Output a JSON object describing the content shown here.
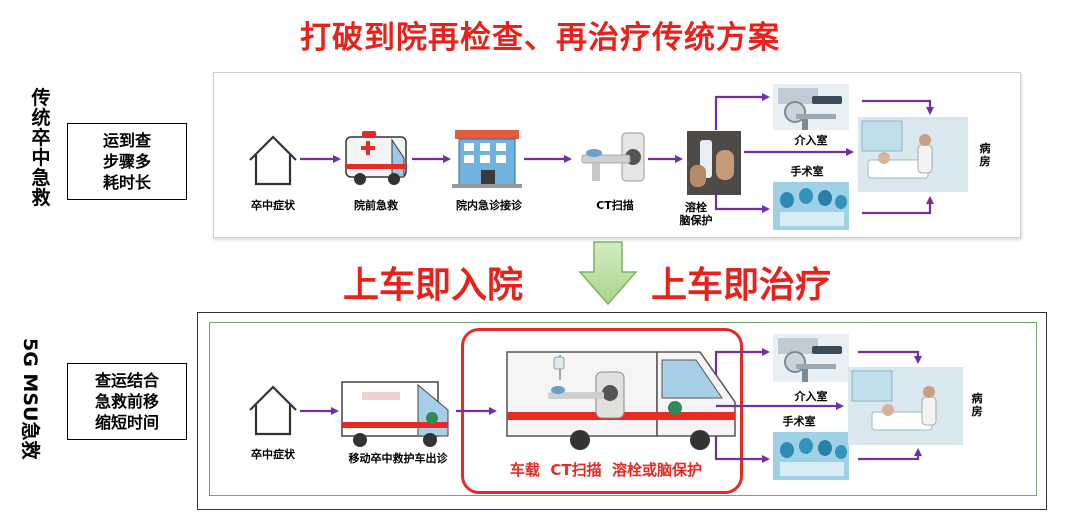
{
  "title": "打破到院再检查、再治疗传统方案",
  "slogan_left": "上车即入院",
  "slogan_right": "上车即治疗",
  "traditional": {
    "side_label": "传统卒中急救",
    "summary": [
      "运到查",
      "步骤多",
      "耗时长"
    ],
    "steps": [
      "卒中症状",
      "院前急救",
      "院内急诊接诊",
      "CT扫描",
      "溶栓",
      "脑保护"
    ],
    "branches": [
      "介入室",
      "手术室"
    ],
    "ward": "病房"
  },
  "msu": {
    "side_label": "5G MSU急救",
    "summary": [
      "查运结合",
      "急救前移",
      "缩短时间"
    ],
    "steps": [
      "卒中症状",
      "移动卒中救护车出诊"
    ],
    "onboard": "车载  CT扫描  溶栓或脑保护",
    "branches": [
      "介入室",
      "手术室"
    ],
    "ward": "病房"
  },
  "colors": {
    "title_red": "#e8211a",
    "arrow_purple": "#7030a0",
    "panel_green": "#74a86a",
    "highlight_red": "#e52b23"
  },
  "icons": [
    "house-icon",
    "ambulance-icon",
    "hospital-icon",
    "ct-scanner-icon",
    "thrombolysis-photo",
    "interventional-room-photo",
    "operating-room-photo",
    "ward-photo",
    "msu-ambulance-icon",
    "msu-ct-ambulance-icon"
  ]
}
